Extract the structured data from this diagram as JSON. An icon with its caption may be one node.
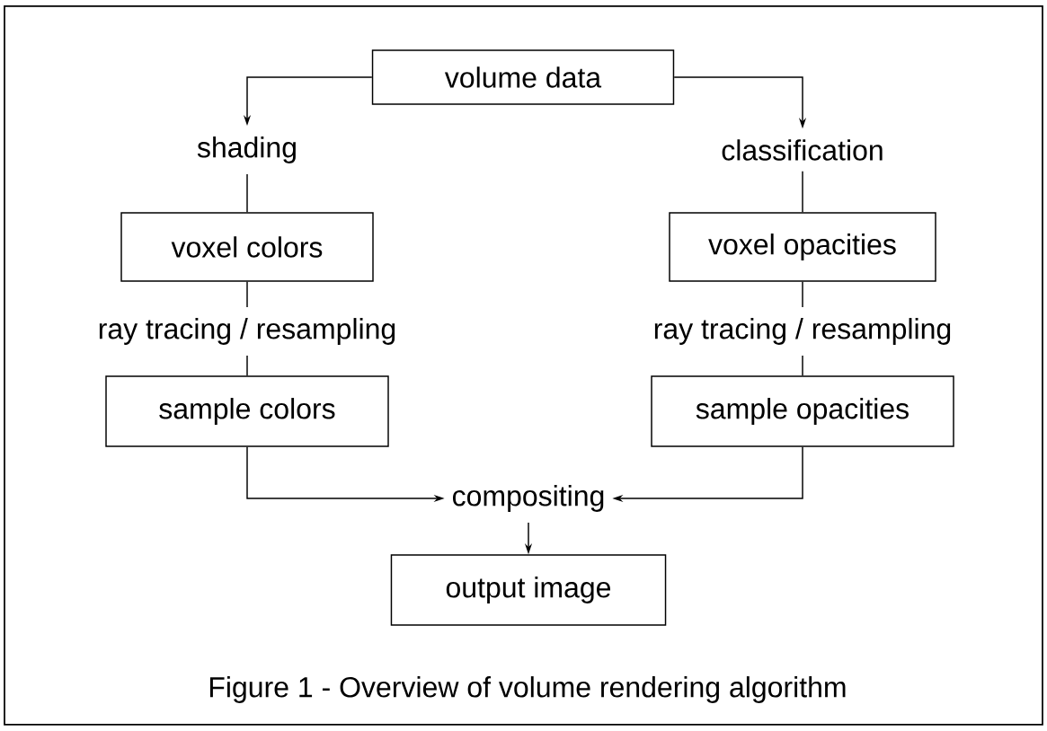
{
  "diagram": {
    "caption": "Figure 1 - Overview of volume rendering algorithm",
    "nodes": [
      {
        "text": [
          "volume data"
        ]
      },
      {
        "text": [
          "shading"
        ]
      },
      {
        "text": [
          "classification"
        ]
      },
      {
        "text": [
          "voxel colors"
        ]
      },
      {
        "text": [
          "voxel opacities"
        ]
      },
      {
        "text": [
          "ray tracing / resampling"
        ]
      },
      {
        "text": [
          "ray tracing / resampling"
        ]
      },
      {
        "text": [
          "sample colors"
        ]
      },
      {
        "text": [
          "sample opacities"
        ]
      },
      {
        "text": [
          "compositing"
        ]
      },
      {
        "text": [
          "output image"
        ]
      }
    ],
    "edges": [
      {
        "from": 0,
        "to": 1,
        "arrow": "to"
      },
      {
        "from": 0,
        "to": 2,
        "arrow": "to"
      },
      {
        "from": 1,
        "to": 3,
        "arrow": "none"
      },
      {
        "from": 3,
        "to": 5,
        "arrow": "none"
      },
      {
        "from": 5,
        "to": 7,
        "arrow": "none"
      },
      {
        "from": 2,
        "to": 4,
        "arrow": "none"
      },
      {
        "from": 4,
        "to": 6,
        "arrow": "none"
      },
      {
        "from": 6,
        "to": 8,
        "arrow": "none"
      },
      {
        "from": 7,
        "to": 9,
        "arrow": "to"
      },
      {
        "from": 8,
        "to": 9,
        "arrow": "to"
      },
      {
        "from": 9,
        "to": 10,
        "arrow": "to"
      }
    ]
  }
}
